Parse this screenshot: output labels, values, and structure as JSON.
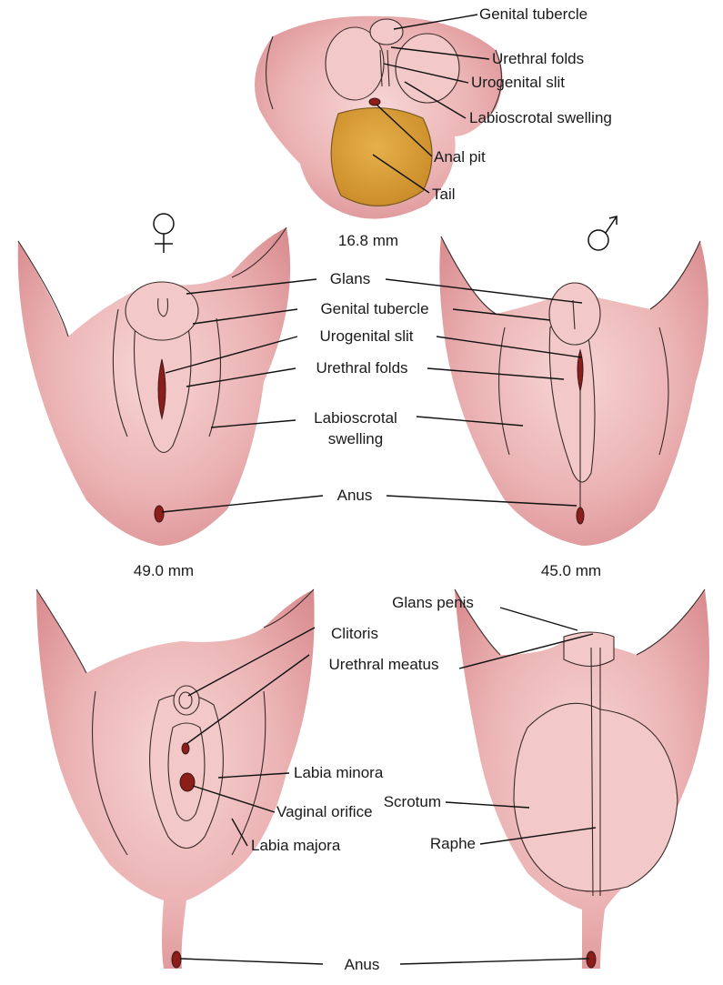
{
  "stage1": {
    "labels": {
      "genital_tubercle": "Genital tubercle",
      "urethral_folds": "Urethral folds",
      "urogenital_slit": "Urogenital slit",
      "labioscrotal_swelling": "Labioscrotal swelling",
      "anal_pit": "Anal pit",
      "tail": "Tail"
    },
    "size": "16.8 mm"
  },
  "stage2": {
    "female_symbol": "♀",
    "male_symbol": "♂",
    "labels": {
      "glans": "Glans",
      "genital_tubercle": "Genital tubercle",
      "urogenital_slit": "Urogenital slit",
      "urethral_folds": "Urethral folds",
      "labioscrotal_line1": "Labioscrotal",
      "labioscrotal_line2": "swelling",
      "anus": "Anus"
    },
    "female_size": "49.0 mm",
    "male_size": "45.0 mm"
  },
  "stage3": {
    "labels": {
      "glans_penis": "Glans penis",
      "clitoris": "Clitoris",
      "urethral_meatus": "Urethral meatus",
      "labia_minora": "Labia minora",
      "scrotum": "Scrotum",
      "vaginal_orifice": "Vaginal orifice",
      "labia_majora": "Labia majora",
      "raphe": "Raphe",
      "anus": "Anus"
    }
  },
  "colors": {
    "skin": "#eab0b0",
    "skin_shadow": "#d98c8f",
    "orifice": "#8c1d18",
    "tail": "#d9a13a"
  }
}
